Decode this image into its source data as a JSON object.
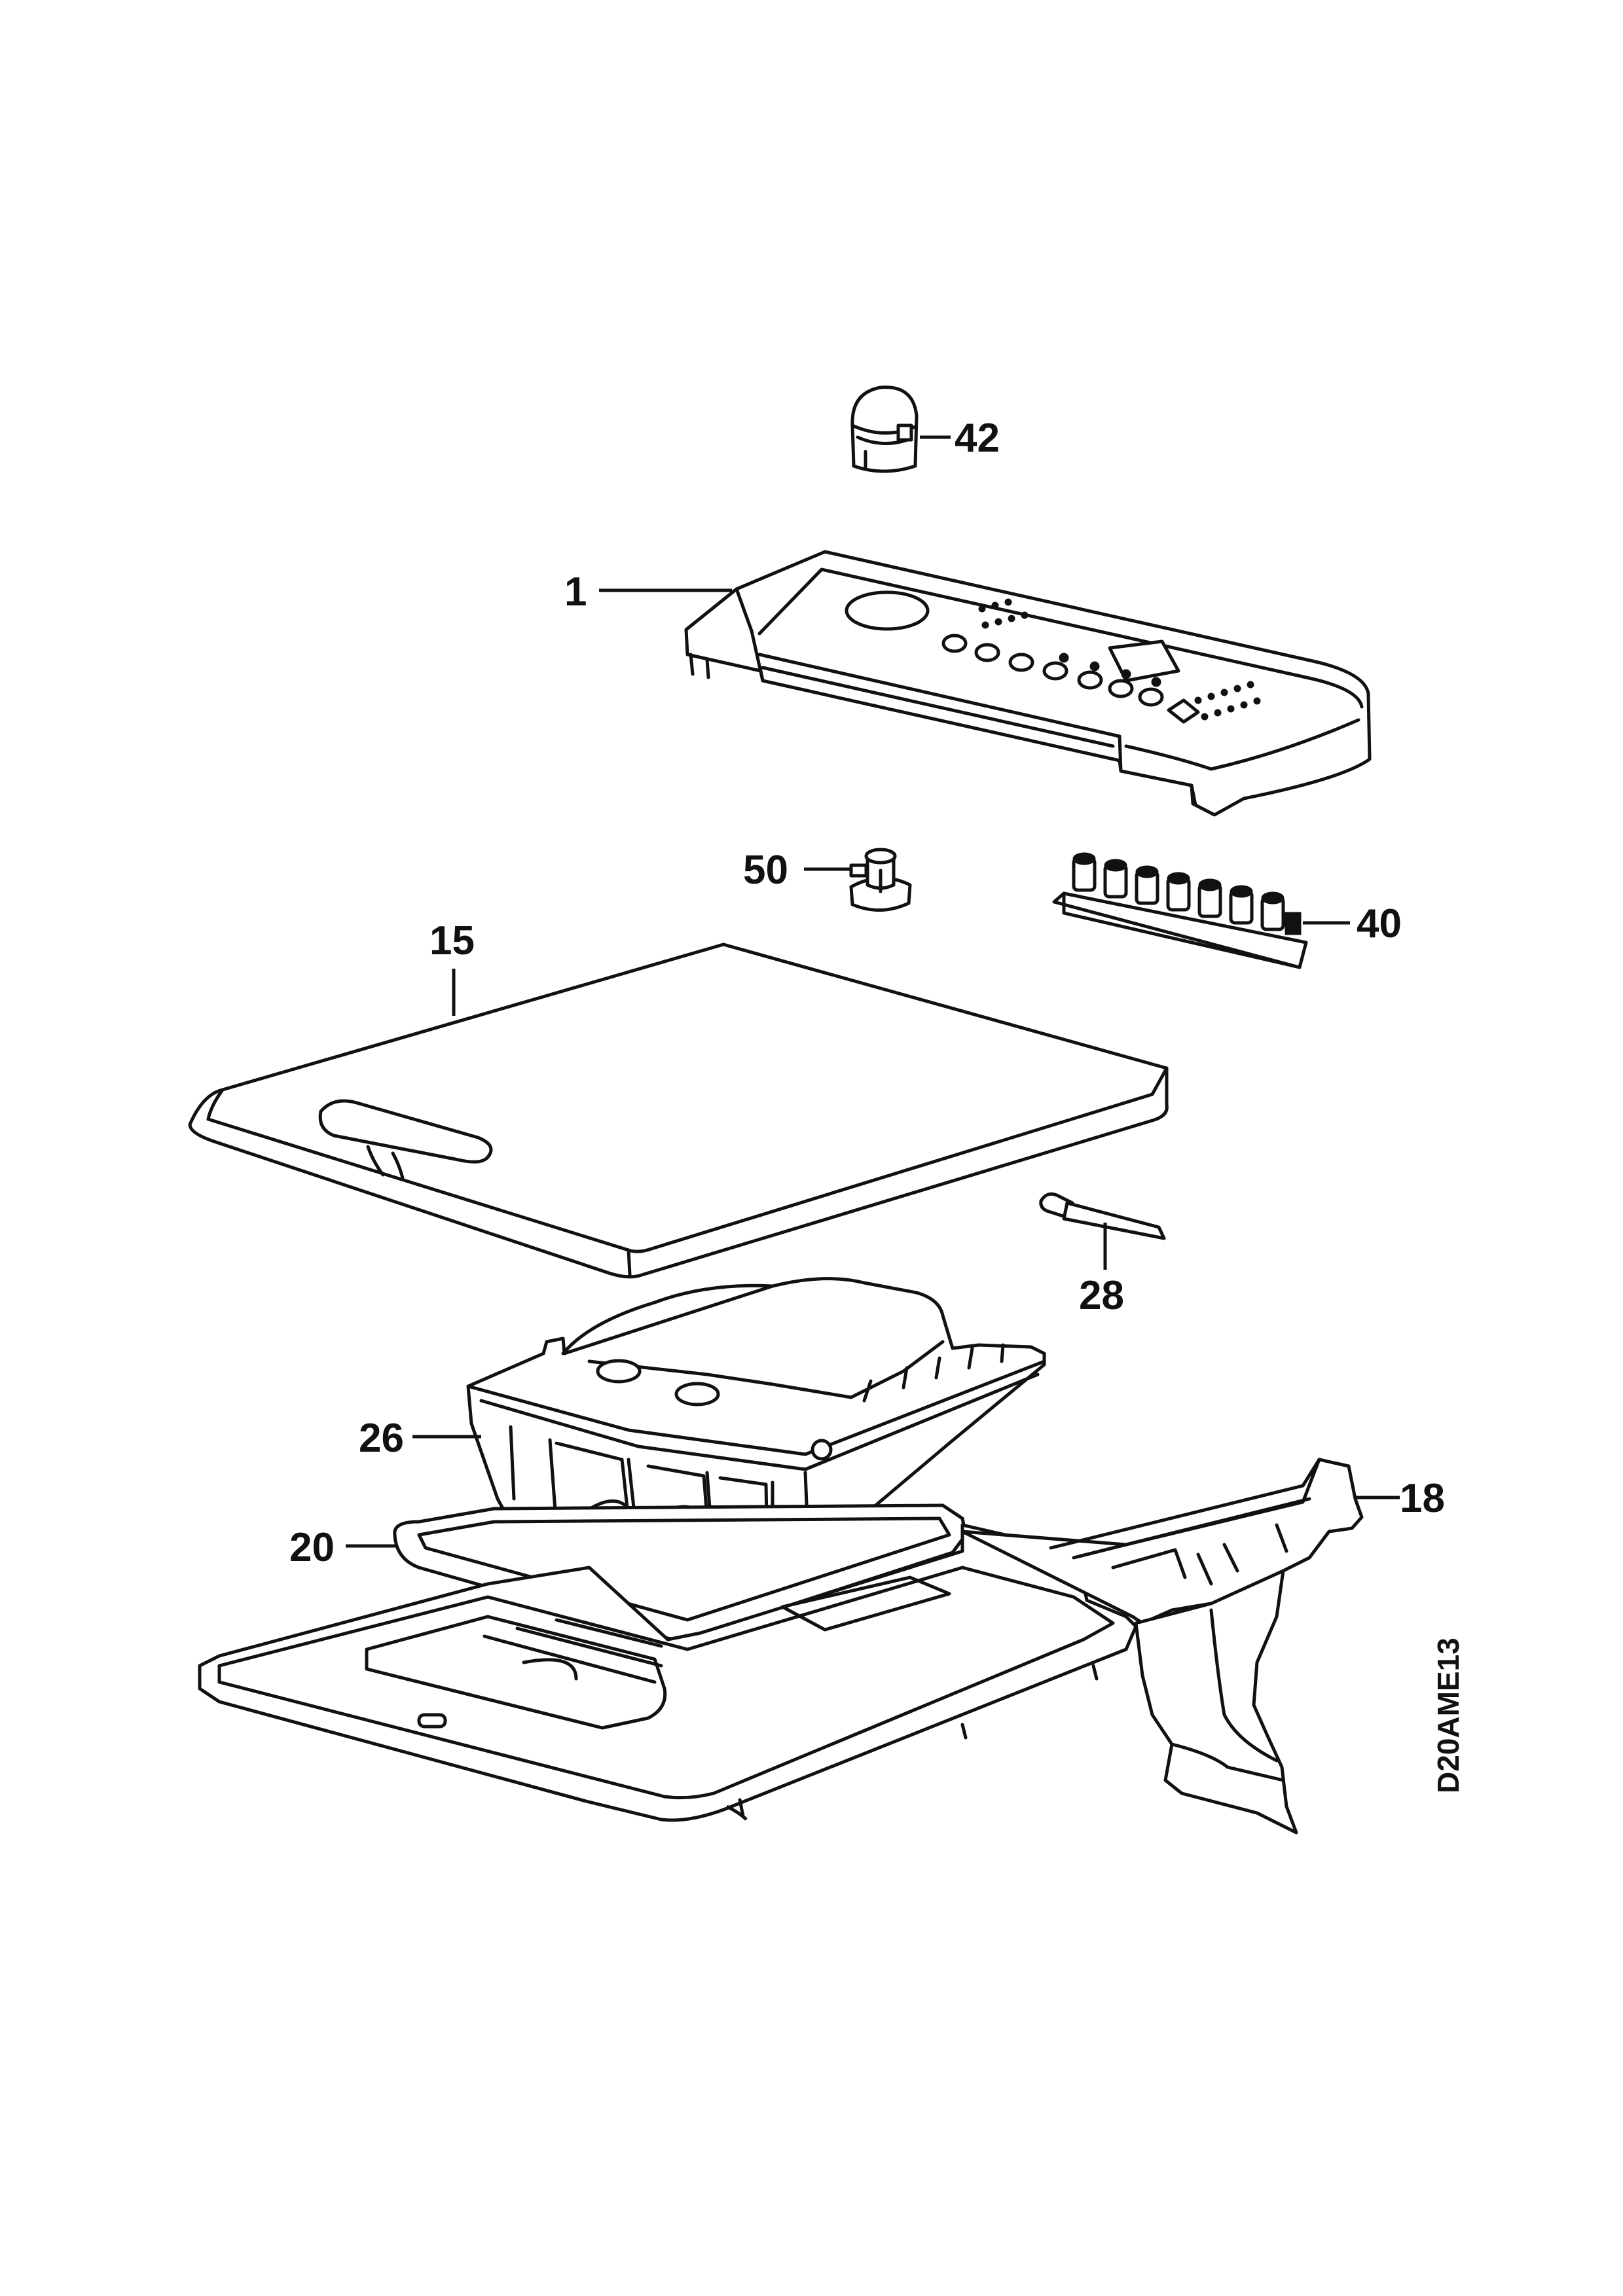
{
  "diagram": {
    "drawing_code": "D20AME13",
    "parts": [
      {
        "id": "42",
        "label": "42"
      },
      {
        "id": "1",
        "label": "1"
      },
      {
        "id": "50",
        "label": "50"
      },
      {
        "id": "40",
        "label": "40"
      },
      {
        "id": "15",
        "label": "15"
      },
      {
        "id": "28",
        "label": "28"
      },
      {
        "id": "26",
        "label": "26"
      },
      {
        "id": "18",
        "label": "18"
      },
      {
        "id": "20",
        "label": "20"
      }
    ]
  }
}
